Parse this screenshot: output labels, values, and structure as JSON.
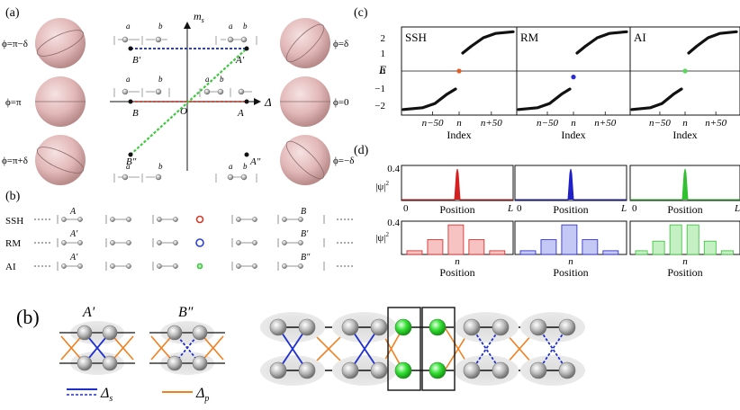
{
  "panel_a": {
    "label": "(a)",
    "axis_y": "m",
    "axis_y_sub": "s",
    "axis_x": "Δ",
    "origin": "O",
    "points": {
      "A": "A",
      "B": "B",
      "A1": "A′",
      "B1": "B′",
      "A2": "A″",
      "B2": "B″"
    },
    "site_a": "a",
    "site_b": "b",
    "phi_labels": [
      "ϕ=π−δ",
      "ϕ=π",
      "ϕ=π+δ",
      "ϕ=δ",
      "ϕ=0",
      "ϕ=−δ"
    ],
    "colors": {
      "blue": "#2a3fd6",
      "red": "#d13b2a",
      "green": "#3ec93e"
    }
  },
  "panel_b_top": {
    "label": "(b)",
    "rows": [
      "SSH",
      "RM",
      "AI"
    ],
    "row_labels_a": [
      "A",
      "A′",
      "A′"
    ],
    "row_labels_b": [
      "B",
      "B′",
      "B″"
    ]
  },
  "panel_c": {
    "label": "(c)",
    "ylabel": "E",
    "subpanels": [
      {
        "tag": "SSH",
        "color": "#e0602a"
      },
      {
        "tag": "RM",
        "color": "#2a2ad6"
      },
      {
        "tag": "AI",
        "color": "#5ad65a"
      }
    ],
    "yticks": [
      "2",
      "1",
      "0",
      "−1",
      "−2"
    ],
    "xticks": [
      "n−50",
      "n",
      "n+50"
    ],
    "xlabel": "Index"
  },
  "panel_d": {
    "label": "(d)",
    "ylabel": "|ψ|",
    "ylabel_sup": "2",
    "ytick_top": "0.4",
    "xtick_left": "0",
    "xtick_right": "L",
    "xtick_mid": "n",
    "xlabel": "Position",
    "colors": [
      "#d42020",
      "#2020c8",
      "#30c030"
    ],
    "fills": [
      "#f7c2c2",
      "#c4c8f4",
      "#c4f0c4"
    ]
  },
  "chart_data": [
    {
      "type": "scatter",
      "title": "(c) SSH",
      "xlabel": "Index",
      "ylabel": "E",
      "ylim": [
        -2.5,
        2.5
      ],
      "x_ticks": [
        "n−50",
        "n",
        "n+50"
      ],
      "series": [
        {
          "name": "SSH",
          "x": [
            -75,
            -50,
            -25,
            0,
            25,
            50,
            75
          ],
          "values": [
            -2.15,
            -1.9,
            -1.35,
            0.0,
            1.45,
            1.95,
            2.2
          ]
        }
      ]
    },
    {
      "type": "scatter",
      "title": "(c) RM",
      "xlabel": "Index",
      "ylabel": "E",
      "ylim": [
        -2.5,
        2.5
      ],
      "series": [
        {
          "name": "RM",
          "x": [
            -75,
            -50,
            -25,
            0,
            25,
            50,
            75
          ],
          "values": [
            -2.15,
            -1.9,
            -1.35,
            -0.35,
            1.45,
            1.95,
            2.2
          ]
        }
      ]
    },
    {
      "type": "scatter",
      "title": "(c) AI",
      "xlabel": "Index",
      "ylabel": "E",
      "ylim": [
        -2.5,
        2.5
      ],
      "series": [
        {
          "name": "AI",
          "x": [
            -75,
            -50,
            -25,
            0,
            25,
            50,
            75
          ],
          "values": [
            -2.15,
            -1.9,
            -1.35,
            0.0,
            1.45,
            1.95,
            2.2
          ]
        }
      ]
    },
    {
      "type": "bar",
      "title": "(d) bottom",
      "xlabel": "Position",
      "ylabel": "|ψ|²",
      "series": [
        {
          "name": "SSH",
          "values": [
            0.05,
            0.2,
            0.4,
            0.2,
            0.05
          ]
        },
        {
          "name": "RM",
          "values": [
            0.05,
            0.2,
            0.4,
            0.2,
            0.05
          ]
        },
        {
          "name": "AI",
          "values": [
            0.05,
            0.18,
            0.4,
            0.4,
            0.18,
            0.05
          ]
        }
      ]
    }
  ],
  "lower_b": {
    "label": "(b)",
    "label_a": "A′",
    "label_b": "B″",
    "legend_s": "Δ",
    "legend_s_sub": "s",
    "legend_p": "Δ",
    "legend_p_sub": "p"
  }
}
